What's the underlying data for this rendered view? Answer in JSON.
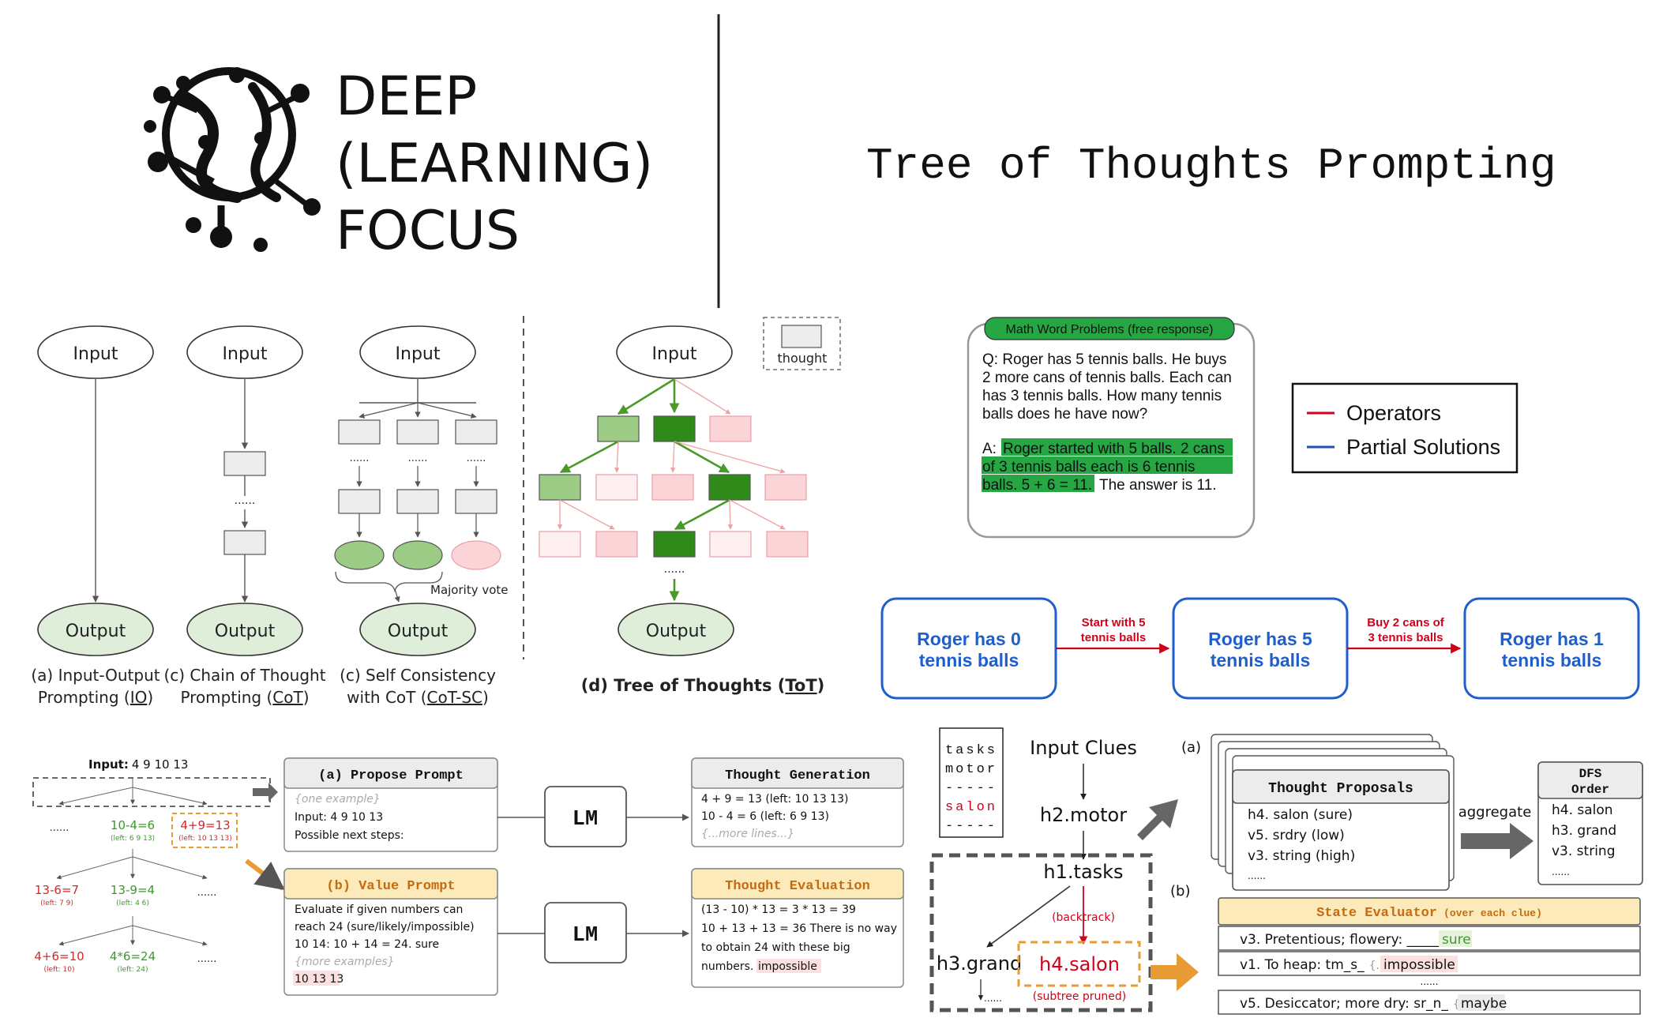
{
  "header": {
    "brand_lines": [
      "DEEP",
      "(LEARNING)",
      "FOCUS"
    ],
    "title": "Tree of Thoughts Prompting"
  },
  "prompting_diagram": {
    "node_input": "Input",
    "node_output": "Output",
    "dots": "......",
    "majority_vote": "Majority vote",
    "legend_thought": "thought",
    "captions": {
      "io": [
        "(a) Input-Output",
        "Prompting (",
        "IO",
        ")"
      ],
      "cot": [
        "(c) Chain of Thought",
        "Prompting (",
        "CoT",
        ")"
      ],
      "cotsc": [
        "(c) Self Consistency",
        "with CoT (",
        "CoT-SC",
        ")"
      ],
      "tot": [
        "(d) Tree of Thoughts (",
        "ToT",
        ")"
      ]
    }
  },
  "math_card": {
    "badge": "Math Word Problems (free response)",
    "question": [
      "Q: Roger has 5 tennis balls. He buys",
      "2 more cans of tennis balls. Each can",
      "has 3 tennis balls. How many tennis",
      "balls does he have now?"
    ],
    "answer_hl": [
      "Roger started with 5 balls. 2 cans",
      "of 3 tennis balls each is 6 tennis",
      "balls. 5 + 6 = 11."
    ],
    "answer_prefix": "A:",
    "answer_tail": "The answer is 11."
  },
  "legend": {
    "operators": "Operators",
    "partial": "Partial Solutions",
    "colors": {
      "operators": "#d0021b",
      "partial": "#1f4fb0"
    }
  },
  "chain": {
    "states": [
      [
        "Roger has 0",
        "tennis balls"
      ],
      [
        "Roger has 5",
        "tennis balls"
      ],
      [
        "Roger has 1",
        "tennis balls"
      ]
    ],
    "ops": [
      [
        "Start with 5",
        "tennis balls"
      ],
      [
        "Buy 2 cans of",
        "3 tennis balls"
      ]
    ]
  },
  "game24": {
    "input_label": "Input:",
    "input_value": "4 9 10 13",
    "tree": {
      "row1": [
        "......",
        "10-4=6",
        "(left: 6 9 13)",
        "4+9=13",
        "(left: 10 13 13)"
      ],
      "row2": [
        "13-6=7",
        "(left: 7 9)",
        "13-9=4",
        "(left: 4 6)",
        "......"
      ],
      "row3": [
        "4+6=10",
        "(left: 10)",
        "4*6=24",
        "(left: 24)",
        "......"
      ]
    },
    "propose": {
      "title": "(a) Propose Prompt",
      "lines": [
        "{one example}",
        "Input: 4 9 10 13",
        "Possible next steps:"
      ]
    },
    "value": {
      "title": "(b) Value Prompt",
      "lines": [
        "Evaluate if given numbers can",
        "reach 24 (sure/likely/impossible)",
        "10 14: 10 + 14 = 24. sure",
        "{more examples}",
        "10 13 13"
      ]
    },
    "lm": "LM",
    "thought_gen": {
      "title": "Thought Generation",
      "lines": [
        "4 + 9 = 13 (left: 10 13 13)",
        "10 - 4 = 6 (left: 6 9 13)",
        "{...more lines...}"
      ]
    },
    "thought_eval": {
      "title": "Thought Evaluation",
      "lines": [
        "(13 - 10) * 13 = 3 * 13 = 39",
        "10 + 13 + 13 = 36 There is no way",
        "to obtain 24 with these big",
        "numbers."
      ],
      "impossible": "impossible"
    }
  },
  "crossword": {
    "grid": [
      "tasks",
      "motor",
      "-----",
      "salon",
      "-----"
    ],
    "input_clues": "Input Clues",
    "nodes": {
      "h2": "h2.motor",
      "h1": "h1.tasks",
      "h3": "h3.grand",
      "h4": "h4.salon",
      "dots": "......"
    },
    "backtrack": "(backtrack)",
    "pruned": "(subtree pruned)",
    "label_a": "(a)",
    "label_b": "(b)",
    "proposals": {
      "title": "Thought Proposals",
      "lines": [
        "h4. salon (sure)",
        "v5. srdry (low)",
        "v3. string (high)",
        "......"
      ]
    },
    "aggregate": "aggregate",
    "dfs": {
      "title": [
        "DFS",
        "Order"
      ],
      "lines": [
        "h4. salon",
        "h3. grand",
        "v3. string",
        "......"
      ]
    },
    "evaluator": {
      "title": "State Evaluator",
      "subtitle": "(over each clue)"
    },
    "eval_rows": [
      {
        "text": "v3. Pretentious; flowery: _____",
        "tag": "sure"
      },
      {
        "text": "v1. To heap: tm_s_",
        "ellipsis": "{...}",
        "tag": "impossible"
      },
      {
        "text": "v5. Desiccator; more dry: sr_n_",
        "ellipsis": "{...}",
        "tag": "maybe"
      }
    ],
    "eval_dots": "......"
  }
}
